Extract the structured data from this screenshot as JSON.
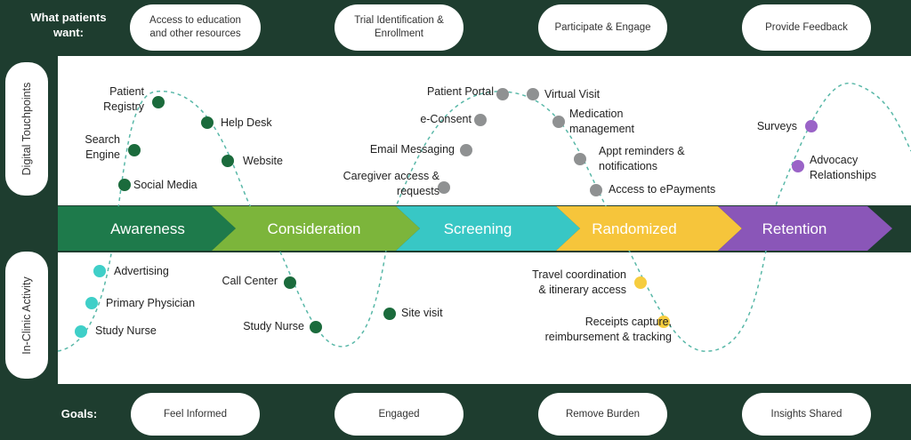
{
  "header": {
    "wants_label": "What patients\nwant:",
    "goals_label": "Goals:"
  },
  "wants": [
    "Access to education\nand other resources",
    "Trial Identification &\nEnrollment",
    "Participate & Engage",
    "Provide Feedback"
  ],
  "goals": [
    "Feel Informed",
    "Engaged",
    "Remove Burden",
    "Insights Shared"
  ],
  "side_labels": {
    "top": "Digital Touchpoints",
    "bottom": "In-Clinic Activity"
  },
  "stages": [
    "Awareness",
    "Consideration",
    "Screening",
    "Randomized",
    "Retention"
  ],
  "colors": {
    "background": "#1e3d2f",
    "awareness": "#1e7a4b",
    "consideration": "#7cb53b",
    "screening": "#38c7c5",
    "randomized": "#f6c53b",
    "retention": "#8a56b8",
    "dark_green_dot": "#1b6b3c",
    "teal_dot": "#3fcfc8",
    "gray_dot": "#8f9192",
    "yellow_dot": "#f6cd3f",
    "purple_dot": "#9a63c7"
  },
  "touchpoints": {
    "patient_registry": "Patient\nRegistry",
    "search_engine": "Search\nEngine",
    "social_media": "Social Media",
    "help_desk": "Help Desk",
    "website": "Website",
    "patient_portal": "Patient Portal",
    "e_consent": "e-Consent",
    "email_messaging": "Email Messaging",
    "caregiver_access": "Caregiver access &\nrequests",
    "virtual_visit": "Virtual Visit",
    "medication_management": "Medication\nmanagement",
    "appt_reminders": "Appt reminders &\nnotifications",
    "access_epayments": "Access to ePayments",
    "surveys": "Surveys",
    "advocacy": "Advocacy\nRelationships"
  },
  "clinic": {
    "advertising": "Advertising",
    "primary_physician": "Primary Physician",
    "study_nurse_1": "Study Nurse",
    "call_center": "Call Center",
    "study_nurse_2": "Study Nurse",
    "site_visit": "Site visit",
    "travel": "Travel coordination\n& itinerary access",
    "receipts": "Receipts capture,\nreimbursement & tracking"
  }
}
